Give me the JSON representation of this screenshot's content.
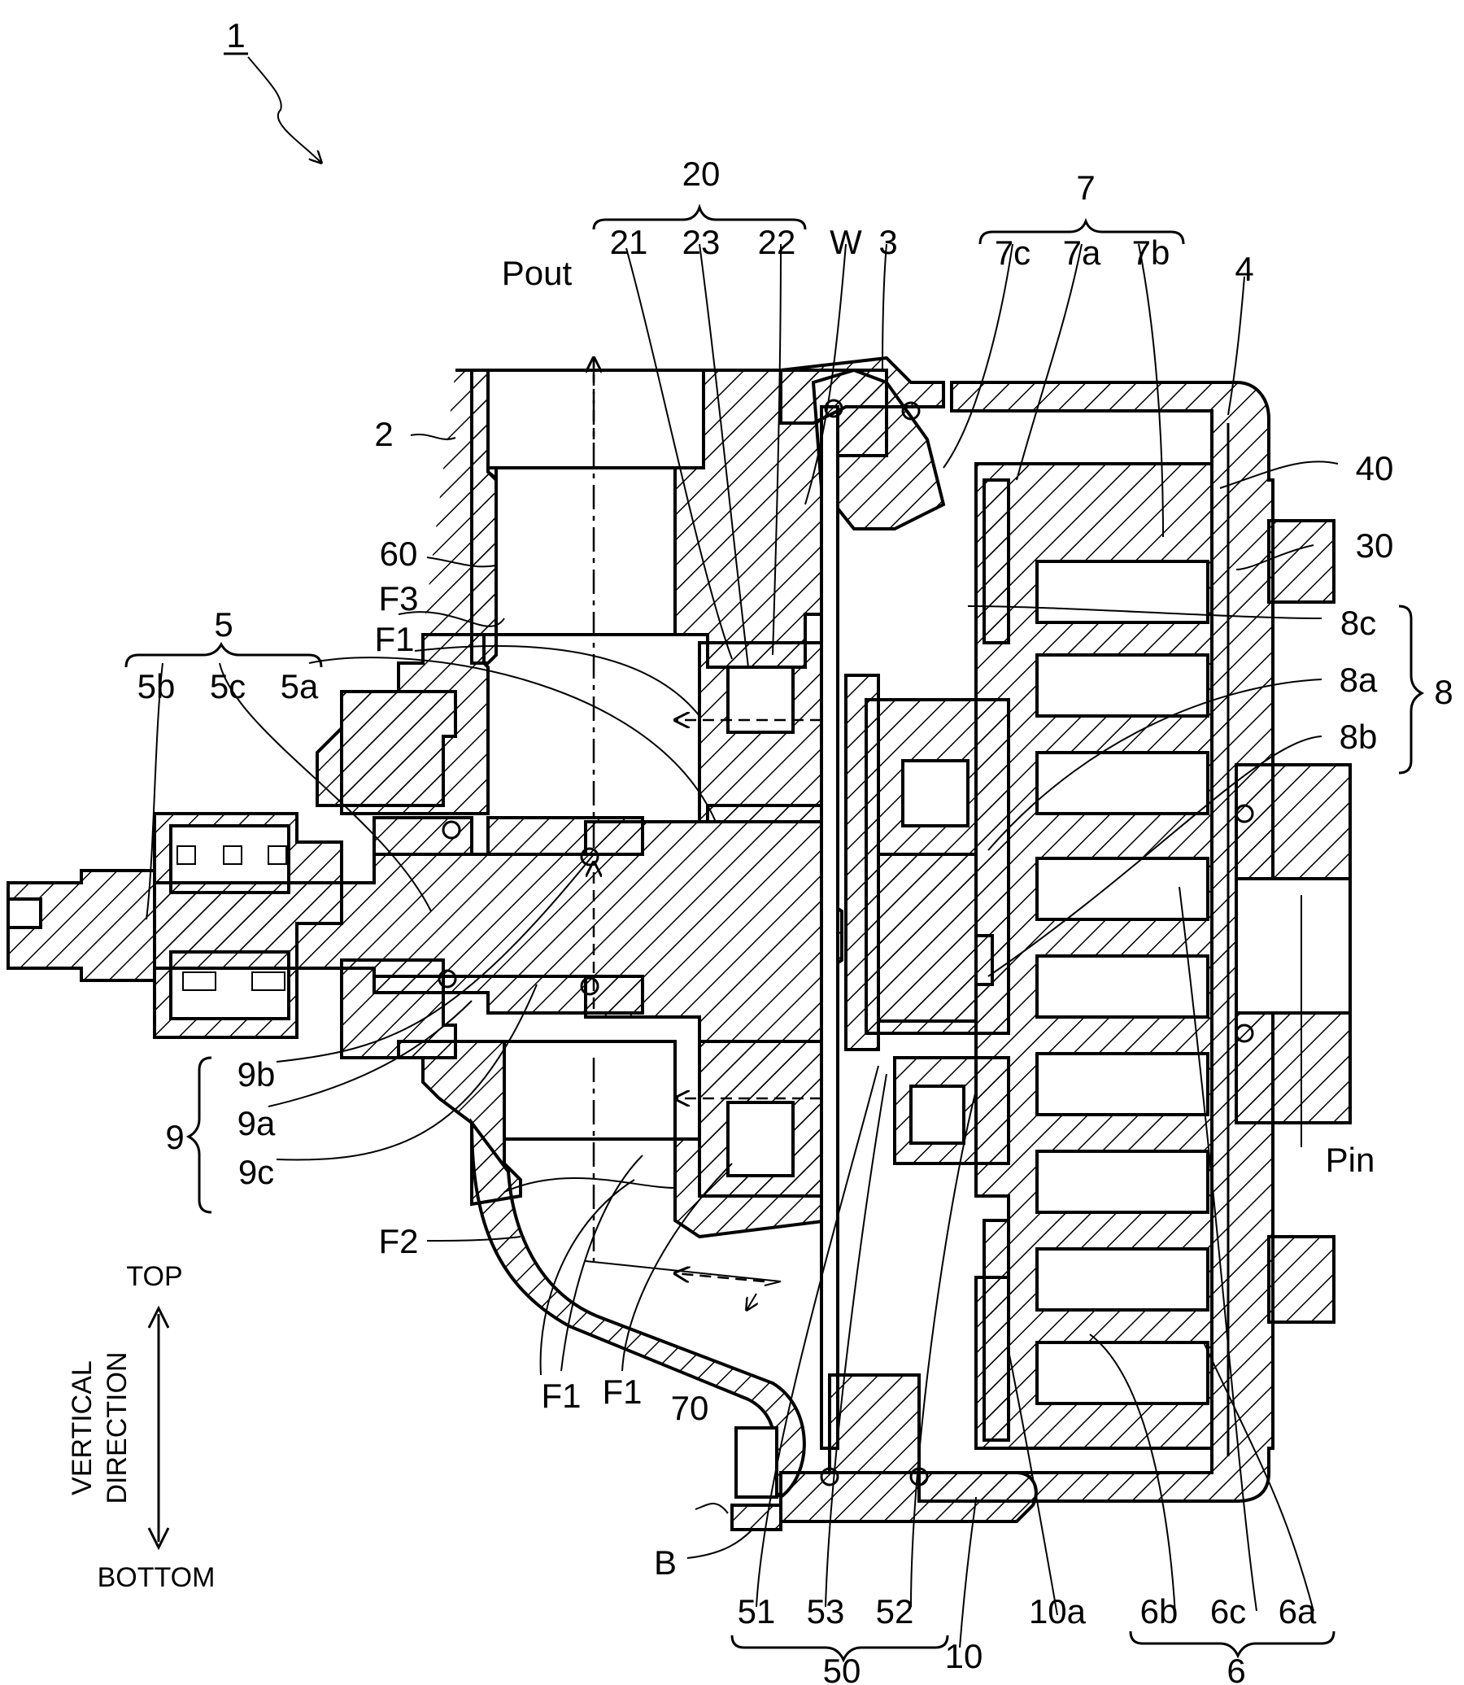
{
  "figure": {
    "ref_overall": "1",
    "labels": {
      "pout": "Pout",
      "pin": "Pin",
      "l2": "2",
      "l3": "3",
      "l4": "4",
      "l5": "5",
      "l5a": "5a",
      "l5b": "5b",
      "l5c": "5c",
      "l6": "6",
      "l6a": "6a",
      "l6b": "6b",
      "l6c": "6c",
      "l7": "7",
      "l7a": "7a",
      "l7b": "7b",
      "l7c": "7c",
      "l8": "8",
      "l8a": "8a",
      "l8b": "8b",
      "l8c": "8c",
      "l9": "9",
      "l9a": "9a",
      "l9b": "9b",
      "l9c": "9c",
      "l10": "10",
      "l10a": "10a",
      "l20": "20",
      "l21": "21",
      "l22": "22",
      "l23": "23",
      "l30": "30",
      "l40": "40",
      "l50": "50",
      "l51": "51",
      "l52": "52",
      "l53": "53",
      "l60": "60",
      "l70": "70",
      "lW": "W",
      "lB": "B",
      "f1": "F1",
      "f2": "F2",
      "f3": "F3"
    },
    "direction": {
      "top": "TOP",
      "bottom": "BOTTOM",
      "line1": "VERTICAL",
      "line2": "DIRECTION"
    }
  }
}
